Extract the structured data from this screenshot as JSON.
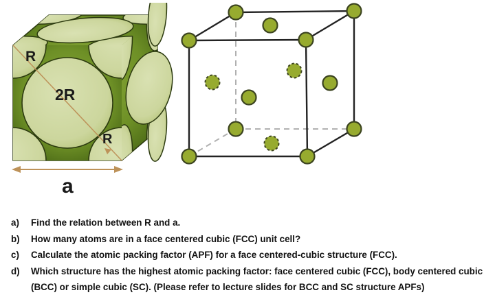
{
  "left_figure": {
    "label_r_top": "R",
    "label_2r": "2R",
    "label_r_bottom": "R",
    "label_a": "a"
  },
  "questions": [
    {
      "letter": "a)",
      "text": "Find the relation between R and a."
    },
    {
      "letter": "b)",
      "text": "How many atoms are in a face centered cubic (FCC) unit cell?"
    },
    {
      "letter": "c)",
      "text": "Calculate the atomic packing factor (APF) for a face centered-cubic structure (FCC)."
    },
    {
      "letter": "d)",
      "text": "Which structure has the highest atomic packing factor: face centered cubic (FCC), body centered cubic (BCC) or simple cubic (SC). (Please refer to lecture slides for BCC and SC structure APFs)"
    }
  ],
  "colors": {
    "sphere_light_green": "#ccd69d",
    "sphere_shade_green": "#b4c478",
    "gap_mid_green": "#7d9c2d",
    "gap_dark_green": "#3f5c10",
    "outline_dark": "#2c3a10",
    "dimension_tan": "#bd9259",
    "lattice_atom_fill": "#97ab2f",
    "lattice_atom_stroke": "#3c4420",
    "edge_solid": "#222222",
    "edge_hidden": "#b0b0b0",
    "text": "#111111"
  }
}
